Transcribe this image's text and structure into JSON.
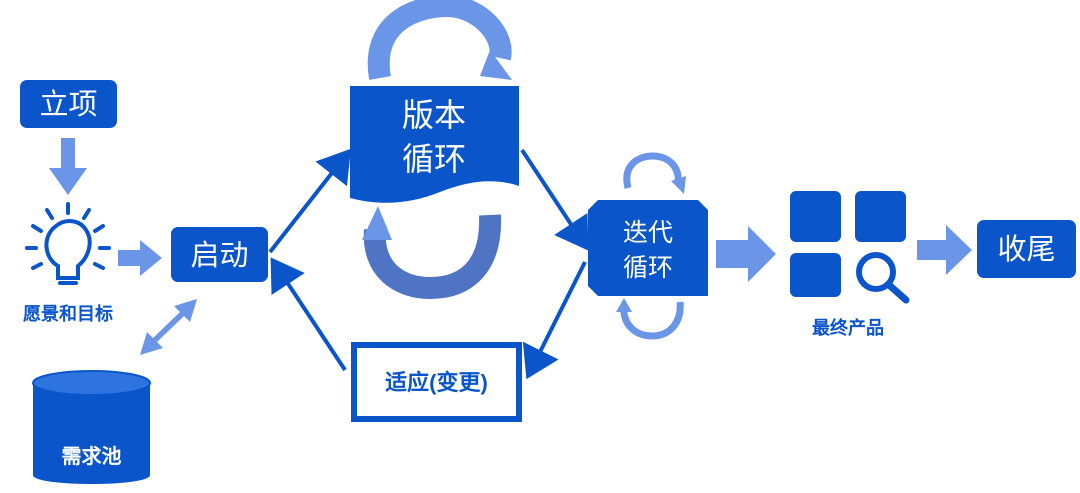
{
  "nodes": {
    "initiation": "立项",
    "vision_goal": "愿景和目标",
    "start": "启动",
    "requirements_pool": "需求池",
    "release_cycle_line1": "版本",
    "release_cycle_line2": "循环",
    "adapt_change": "适应(变更)",
    "iteration_cycle_line1": "迭代",
    "iteration_cycle_line2": "循环",
    "final_product": "最终产品",
    "closing": "收尾"
  },
  "icons": {
    "vision": "lightbulb-icon",
    "pool": "database-cylinder-icon",
    "product": "grid-search-icon"
  },
  "colors": {
    "primary": "#0a55c9",
    "arrow": "#6b96e8",
    "arrow_shade": "#5074c4",
    "bg": "#ffffff"
  }
}
